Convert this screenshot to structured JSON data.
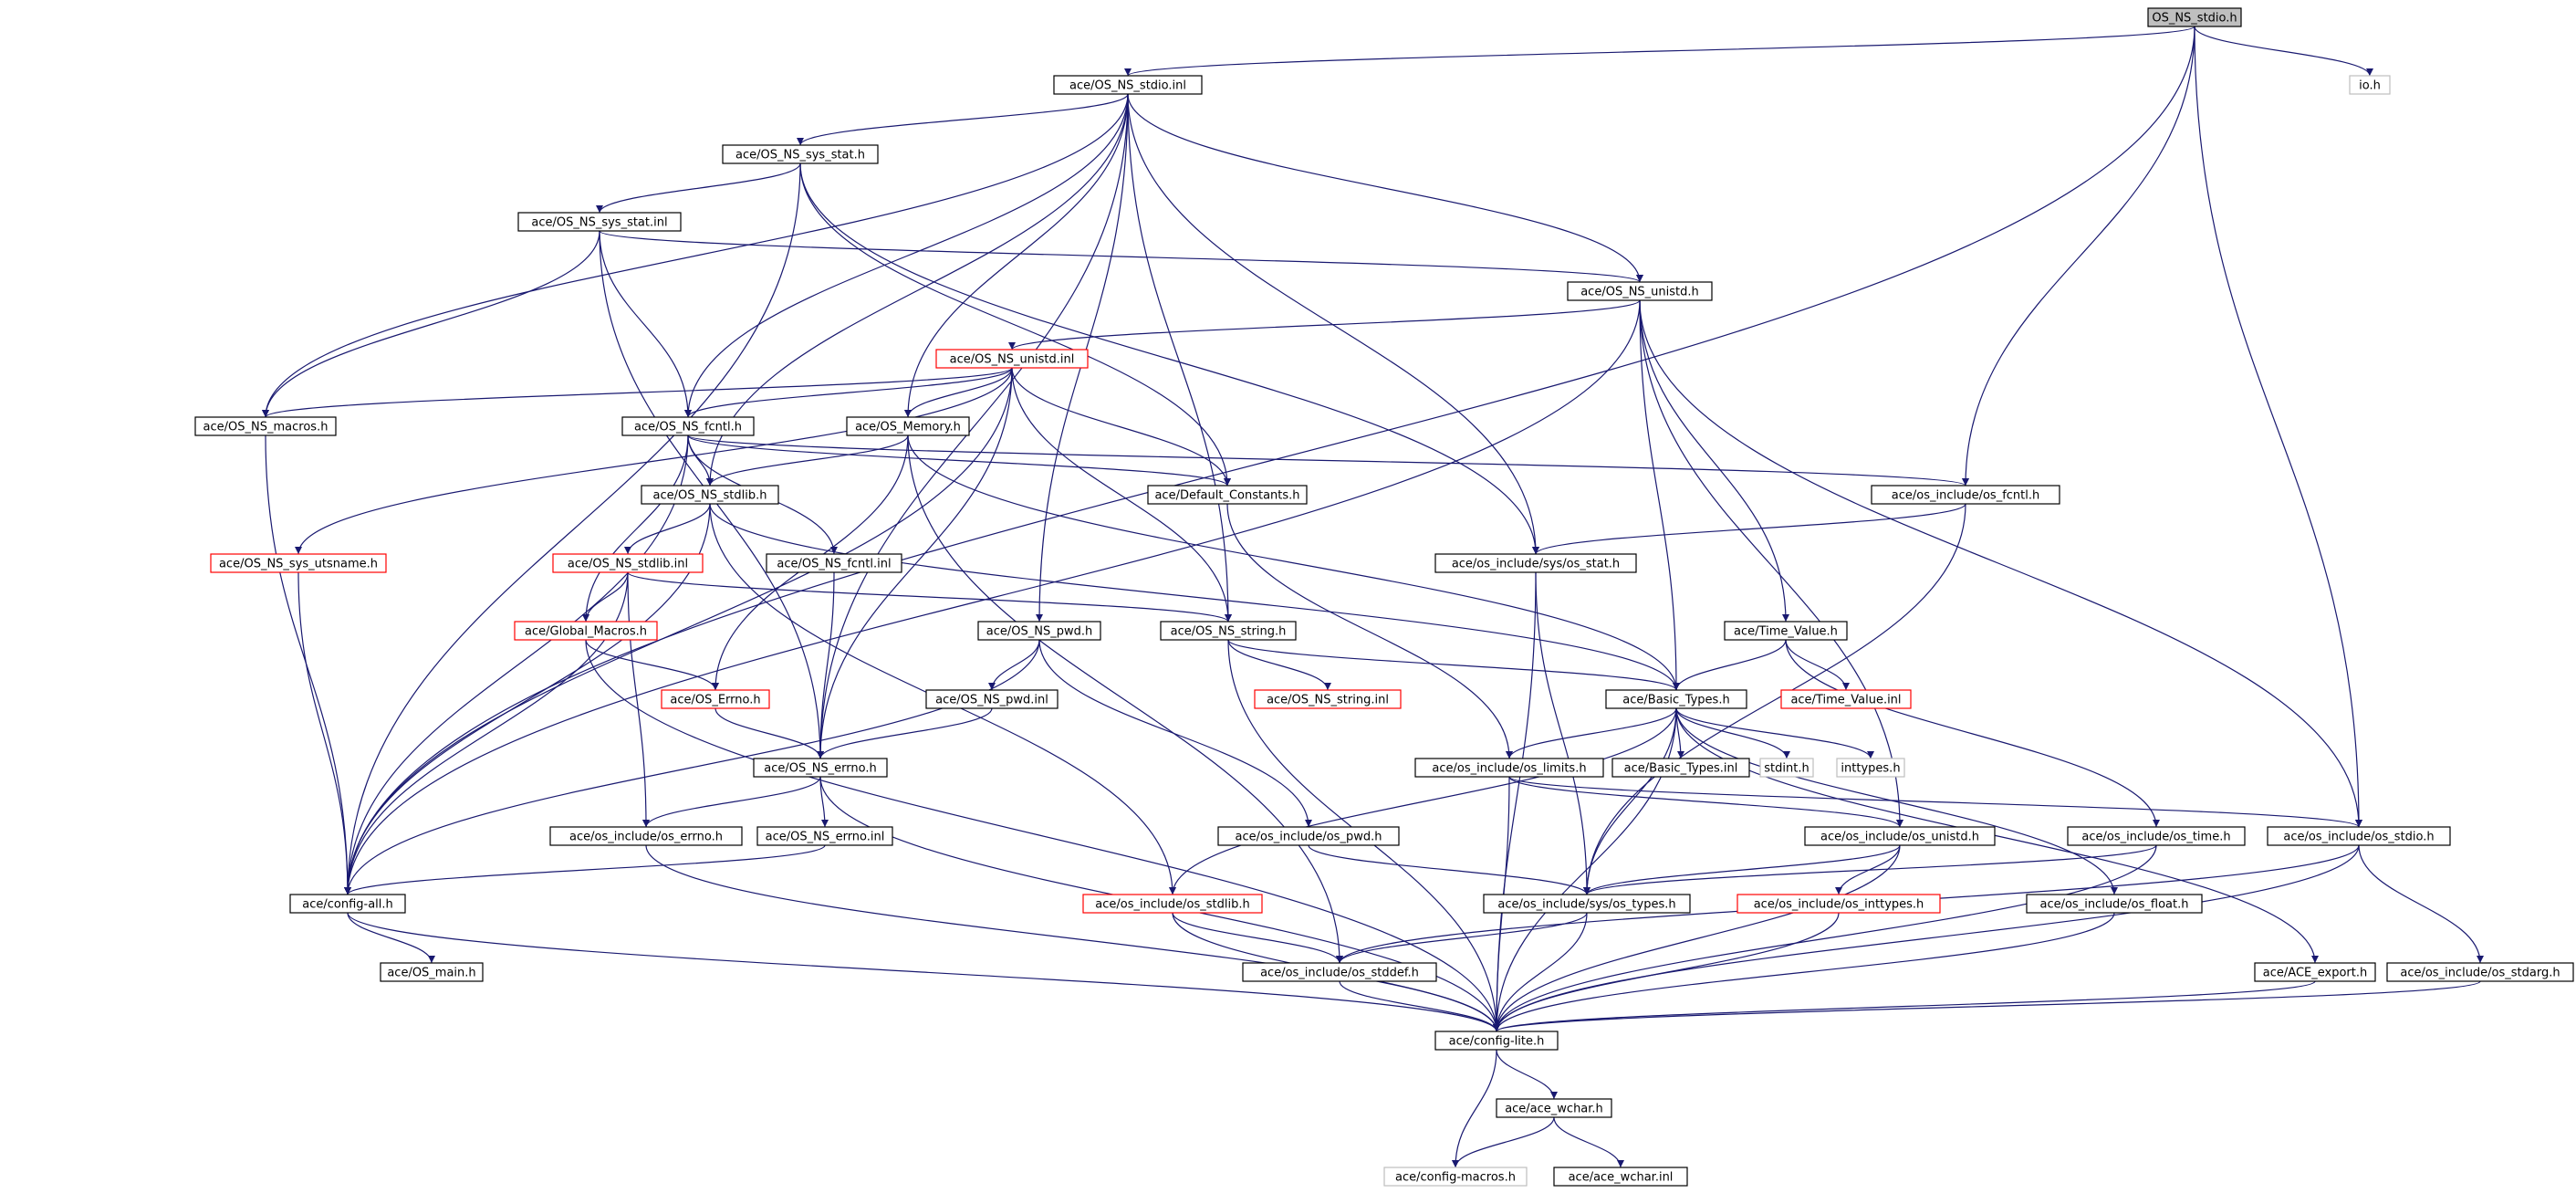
{
  "colors": {
    "edge": "#191970",
    "border_normal": "#000000",
    "border_missing": "#ff0000",
    "border_external": "#bfbfbf",
    "root_fill": "#bfbfbf",
    "node_fill": "#ffffff"
  },
  "nodes": [
    {
      "id": "root",
      "label": "OS_NS_stdio.h",
      "kind": "root"
    },
    {
      "id": "io_h",
      "label": "io.h",
      "kind": "external"
    },
    {
      "id": "stdio_inl",
      "label": "ace/OS_NS_stdio.inl",
      "kind": "normal"
    },
    {
      "id": "sys_stat_h",
      "label": "ace/OS_NS_sys_stat.h",
      "kind": "normal"
    },
    {
      "id": "sys_stat_inl",
      "label": "ace/OS_NS_sys_stat.inl",
      "kind": "normal"
    },
    {
      "id": "unistd_h",
      "label": "ace/OS_NS_unistd.h",
      "kind": "normal"
    },
    {
      "id": "unistd_inl",
      "label": "ace/OS_NS_unistd.inl",
      "kind": "missing"
    },
    {
      "id": "macros_h",
      "label": "ace/OS_NS_macros.h",
      "kind": "normal"
    },
    {
      "id": "fcntl_h",
      "label": "ace/OS_NS_fcntl.h",
      "kind": "normal"
    },
    {
      "id": "memory_h",
      "label": "ace/OS_Memory.h",
      "kind": "normal"
    },
    {
      "id": "default_constants",
      "label": "ace/Default_Constants.h",
      "kind": "normal"
    },
    {
      "id": "os_fcntl_h",
      "label": "ace/os_include/os_fcntl.h",
      "kind": "normal"
    },
    {
      "id": "stdlib_h",
      "label": "ace/OS_NS_stdlib.h",
      "kind": "normal"
    },
    {
      "id": "utsname_h",
      "label": "ace/OS_NS_sys_utsname.h",
      "kind": "missing"
    },
    {
      "id": "stdlib_inl",
      "label": "ace/OS_NS_stdlib.inl",
      "kind": "missing"
    },
    {
      "id": "fcntl_inl",
      "label": "ace/OS_NS_fcntl.inl",
      "kind": "normal"
    },
    {
      "id": "os_stat_h",
      "label": "ace/os_include/sys/os_stat.h",
      "kind": "normal"
    },
    {
      "id": "global_macros",
      "label": "ace/Global_Macros.h",
      "kind": "missing"
    },
    {
      "id": "pwd_h",
      "label": "ace/OS_NS_pwd.h",
      "kind": "normal"
    },
    {
      "id": "string_h",
      "label": "ace/OS_NS_string.h",
      "kind": "normal"
    },
    {
      "id": "time_value_h",
      "label": "ace/Time_Value.h",
      "kind": "normal"
    },
    {
      "id": "os_errno_missing",
      "label": "ace/OS_Errno.h",
      "kind": "missing"
    },
    {
      "id": "pwd_inl",
      "label": "ace/OS_NS_pwd.inl",
      "kind": "normal"
    },
    {
      "id": "string_inl",
      "label": "ace/OS_NS_string.inl",
      "kind": "missing"
    },
    {
      "id": "basic_types_h",
      "label": "ace/Basic_Types.h",
      "kind": "normal"
    },
    {
      "id": "time_value_inl",
      "label": "ace/Time_Value.inl",
      "kind": "missing"
    },
    {
      "id": "errno_h",
      "label": "ace/OS_NS_errno.h",
      "kind": "normal"
    },
    {
      "id": "os_limits_h",
      "label": "ace/os_include/os_limits.h",
      "kind": "normal"
    },
    {
      "id": "basic_types_inl",
      "label": "ace/Basic_Types.inl",
      "kind": "normal"
    },
    {
      "id": "stdint_h",
      "label": "stdint.h",
      "kind": "external"
    },
    {
      "id": "inttypes_h",
      "label": "inttypes.h",
      "kind": "external"
    },
    {
      "id": "os_errno_h",
      "label": "ace/os_include/os_errno.h",
      "kind": "normal"
    },
    {
      "id": "errno_inl",
      "label": "ace/OS_NS_errno.inl",
      "kind": "normal"
    },
    {
      "id": "os_pwd_h",
      "label": "ace/os_include/os_pwd.h",
      "kind": "normal"
    },
    {
      "id": "os_unistd_h",
      "label": "ace/os_include/os_unistd.h",
      "kind": "normal"
    },
    {
      "id": "os_time_h",
      "label": "ace/os_include/os_time.h",
      "kind": "normal"
    },
    {
      "id": "os_stdio_h",
      "label": "ace/os_include/os_stdio.h",
      "kind": "normal"
    },
    {
      "id": "config_all",
      "label": "ace/config-all.h",
      "kind": "normal"
    },
    {
      "id": "os_stdlib_h",
      "label": "ace/os_include/os_stdlib.h",
      "kind": "missing"
    },
    {
      "id": "os_types_h",
      "label": "ace/os_include/sys/os_types.h",
      "kind": "normal"
    },
    {
      "id": "os_inttypes_h",
      "label": "ace/os_include/os_inttypes.h",
      "kind": "missing"
    },
    {
      "id": "os_float_h",
      "label": "ace/os_include/os_float.h",
      "kind": "normal"
    },
    {
      "id": "os_main_h",
      "label": "ace/OS_main.h",
      "kind": "normal"
    },
    {
      "id": "os_stddef_h",
      "label": "ace/os_include/os_stddef.h",
      "kind": "normal"
    },
    {
      "id": "ace_export",
      "label": "ace/ACE_export.h",
      "kind": "normal"
    },
    {
      "id": "os_stdarg_h",
      "label": "ace/os_include/os_stdarg.h",
      "kind": "normal"
    },
    {
      "id": "config_lite",
      "label": "ace/config-lite.h",
      "kind": "normal"
    },
    {
      "id": "ace_wchar_h",
      "label": "ace/ace_wchar.h",
      "kind": "normal"
    },
    {
      "id": "config_macros",
      "label": "ace/config-macros.h",
      "kind": "external"
    },
    {
      "id": "ace_wchar_inl",
      "label": "ace/ace_wchar.inl",
      "kind": "normal"
    }
  ],
  "edges": [
    [
      "root",
      "stdio_inl"
    ],
    [
      "root",
      "io_h"
    ],
    [
      "root",
      "config_all"
    ],
    [
      "root",
      "os_fcntl_h"
    ],
    [
      "root",
      "os_stdio_h"
    ],
    [
      "stdio_inl",
      "sys_stat_h"
    ],
    [
      "stdio_inl",
      "macros_h"
    ],
    [
      "stdio_inl",
      "fcntl_h"
    ],
    [
      "stdio_inl",
      "memory_h"
    ],
    [
      "stdio_inl",
      "unistd_h"
    ],
    [
      "stdio_inl",
      "stdlib_h"
    ],
    [
      "stdio_inl",
      "errno_h"
    ],
    [
      "stdio_inl",
      "pwd_h"
    ],
    [
      "stdio_inl",
      "string_h"
    ],
    [
      "stdio_inl",
      "os_stat_h"
    ],
    [
      "sys_stat_h",
      "sys_stat_inl"
    ],
    [
      "sys_stat_h",
      "config_all"
    ],
    [
      "sys_stat_h",
      "default_constants"
    ],
    [
      "sys_stat_h",
      "os_stat_h"
    ],
    [
      "sys_stat_inl",
      "unistd_h"
    ],
    [
      "sys_stat_inl",
      "macros_h"
    ],
    [
      "sys_stat_inl",
      "fcntl_h"
    ],
    [
      "sys_stat_inl",
      "errno_h"
    ],
    [
      "unistd_h",
      "unistd_inl"
    ],
    [
      "unistd_h",
      "basic_types_h"
    ],
    [
      "unistd_h",
      "time_value_h"
    ],
    [
      "unistd_h",
      "os_unistd_h"
    ],
    [
      "unistd_h",
      "os_stdio_h"
    ],
    [
      "unistd_h",
      "config_all"
    ],
    [
      "unistd_inl",
      "macros_h"
    ],
    [
      "unistd_inl",
      "fcntl_h"
    ],
    [
      "unistd_inl",
      "memory_h"
    ],
    [
      "unistd_inl",
      "default_constants"
    ],
    [
      "unistd_inl",
      "string_h"
    ],
    [
      "unistd_inl",
      "errno_h"
    ],
    [
      "unistd_inl",
      "utsname_h"
    ],
    [
      "unistd_inl",
      "config_all"
    ],
    [
      "macros_h",
      "config_all"
    ],
    [
      "fcntl_h",
      "stdlib_h"
    ],
    [
      "fcntl_h",
      "fcntl_inl"
    ],
    [
      "fcntl_h",
      "default_constants"
    ],
    [
      "fcntl_h",
      "os_fcntl_h"
    ],
    [
      "fcntl_h",
      "global_macros"
    ],
    [
      "fcntl_h",
      "config_all"
    ],
    [
      "memory_h",
      "stdlib_h"
    ],
    [
      "memory_h",
      "os_errno_missing"
    ],
    [
      "memory_h",
      "os_stddef_h"
    ],
    [
      "memory_h",
      "basic_types_h"
    ],
    [
      "default_constants",
      "os_limits_h"
    ],
    [
      "os_fcntl_h",
      "os_stat_h"
    ],
    [
      "os_fcntl_h",
      "os_types_h"
    ],
    [
      "stdlib_h",
      "stdlib_inl"
    ],
    [
      "stdlib_h",
      "basic_types_h"
    ],
    [
      "stdlib_h",
      "os_stdlib_h"
    ],
    [
      "stdlib_h",
      "config_all"
    ],
    [
      "utsname_h",
      "config_all"
    ],
    [
      "stdlib_inl",
      "global_macros"
    ],
    [
      "stdlib_inl",
      "string_h"
    ],
    [
      "stdlib_inl",
      "os_errno_h"
    ],
    [
      "stdlib_inl",
      "config_all"
    ],
    [
      "fcntl_inl",
      "errno_h"
    ],
    [
      "os_stat_h",
      "os_types_h"
    ],
    [
      "os_stat_h",
      "config_lite"
    ],
    [
      "global_macros",
      "os_errno_missing"
    ],
    [
      "global_macros",
      "config_lite"
    ],
    [
      "pwd_h",
      "pwd_inl"
    ],
    [
      "pwd_h",
      "os_pwd_h"
    ],
    [
      "pwd_h",
      "config_all"
    ],
    [
      "string_h",
      "basic_types_h"
    ],
    [
      "string_h",
      "string_inl"
    ],
    [
      "string_h",
      "config_lite"
    ],
    [
      "time_value_h",
      "basic_types_h"
    ],
    [
      "time_value_h",
      "time_value_inl"
    ],
    [
      "time_value_h",
      "os_time_h"
    ],
    [
      "os_errno_missing",
      "errno_h"
    ],
    [
      "pwd_inl",
      "errno_h"
    ],
    [
      "basic_types_h",
      "os_limits_h"
    ],
    [
      "basic_types_h",
      "basic_types_inl"
    ],
    [
      "basic_types_h",
      "stdint_h"
    ],
    [
      "basic_types_h",
      "inttypes_h"
    ],
    [
      "basic_types_h",
      "os_types_h"
    ],
    [
      "basic_types_h",
      "os_stdlib_h"
    ],
    [
      "basic_types_h",
      "os_float_h"
    ],
    [
      "basic_types_h",
      "ace_export"
    ],
    [
      "basic_types_h",
      "config_lite"
    ],
    [
      "errno_h",
      "os_errno_h"
    ],
    [
      "errno_h",
      "errno_inl"
    ],
    [
      "errno_h",
      "config_lite"
    ],
    [
      "os_limits_h",
      "os_unistd_h"
    ],
    [
      "os_limits_h",
      "os_stdio_h"
    ],
    [
      "os_limits_h",
      "config_lite"
    ],
    [
      "os_errno_h",
      "config_lite"
    ],
    [
      "errno_inl",
      "config_all"
    ],
    [
      "os_pwd_h",
      "os_types_h"
    ],
    [
      "os_unistd_h",
      "os_types_h"
    ],
    [
      "os_unistd_h",
      "os_inttypes_h"
    ],
    [
      "os_unistd_h",
      "config_lite"
    ],
    [
      "os_time_h",
      "os_types_h"
    ],
    [
      "os_time_h",
      "config_lite"
    ],
    [
      "os_stdio_h",
      "os_stddef_h"
    ],
    [
      "os_stdio_h",
      "os_stdarg_h"
    ],
    [
      "os_stdio_h",
      "config_lite"
    ],
    [
      "config_all",
      "os_main_h"
    ],
    [
      "config_all",
      "config_lite"
    ],
    [
      "os_stdlib_h",
      "os_stddef_h"
    ],
    [
      "os_stdlib_h",
      "config_lite"
    ],
    [
      "os_types_h",
      "os_stddef_h"
    ],
    [
      "os_types_h",
      "config_lite"
    ],
    [
      "os_inttypes_h",
      "config_lite"
    ],
    [
      "os_float_h",
      "config_lite"
    ],
    [
      "os_stddef_h",
      "config_lite"
    ],
    [
      "ace_export",
      "config_lite"
    ],
    [
      "os_stdarg_h",
      "config_lite"
    ],
    [
      "config_lite",
      "ace_wchar_h"
    ],
    [
      "config_lite",
      "config_macros"
    ],
    [
      "ace_wchar_h",
      "config_macros"
    ],
    [
      "ace_wchar_h",
      "ace_wchar_inl"
    ]
  ]
}
